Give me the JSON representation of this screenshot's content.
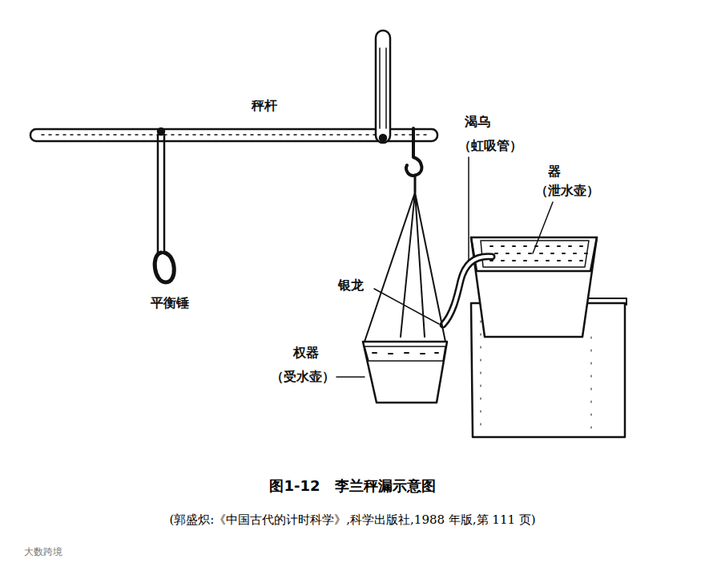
{
  "diagram": {
    "title": "图1-12　李兰秤漏示意图",
    "caption": "(郭盛炽:《中国古代的计时科学》,科学出版社,1988 年版,第 111 页)",
    "labels": [
      "秤杆",
      "平衡锤",
      "渴乌",
      "（虹吸管）",
      "器",
      "（泄水壶）",
      "银龙",
      "权器",
      "（受水壶）",
      "大数跨境"
    ]
  }
}
